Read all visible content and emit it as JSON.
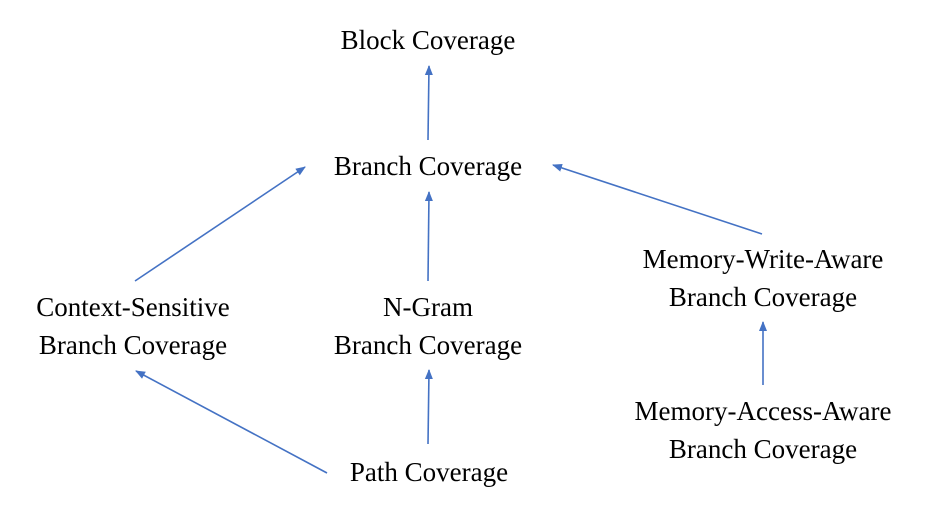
{
  "diagram": {
    "edge_color": "#4472C4",
    "nodes": {
      "block": {
        "lines": [
          "Block Coverage"
        ]
      },
      "branch": {
        "lines": [
          "Branch Coverage"
        ]
      },
      "context_sensitive": {
        "lines": [
          "Context-Sensitive",
          "Branch Coverage"
        ]
      },
      "ngram": {
        "lines": [
          "N-Gram",
          "Branch Coverage"
        ]
      },
      "memory_write": {
        "lines": [
          "Memory-Write-Aware",
          "Branch Coverage"
        ]
      },
      "memory_access": {
        "lines": [
          "Memory-Access-Aware",
          "Branch Coverage"
        ]
      },
      "path": {
        "lines": [
          "Path Coverage"
        ]
      }
    },
    "edges": [
      {
        "from": "branch",
        "to": "block"
      },
      {
        "from": "context_sensitive",
        "to": "branch"
      },
      {
        "from": "ngram",
        "to": "branch"
      },
      {
        "from": "memory_write",
        "to": "branch"
      },
      {
        "from": "path",
        "to": "context_sensitive"
      },
      {
        "from": "path",
        "to": "ngram"
      },
      {
        "from": "memory_access",
        "to": "memory_write"
      }
    ]
  }
}
